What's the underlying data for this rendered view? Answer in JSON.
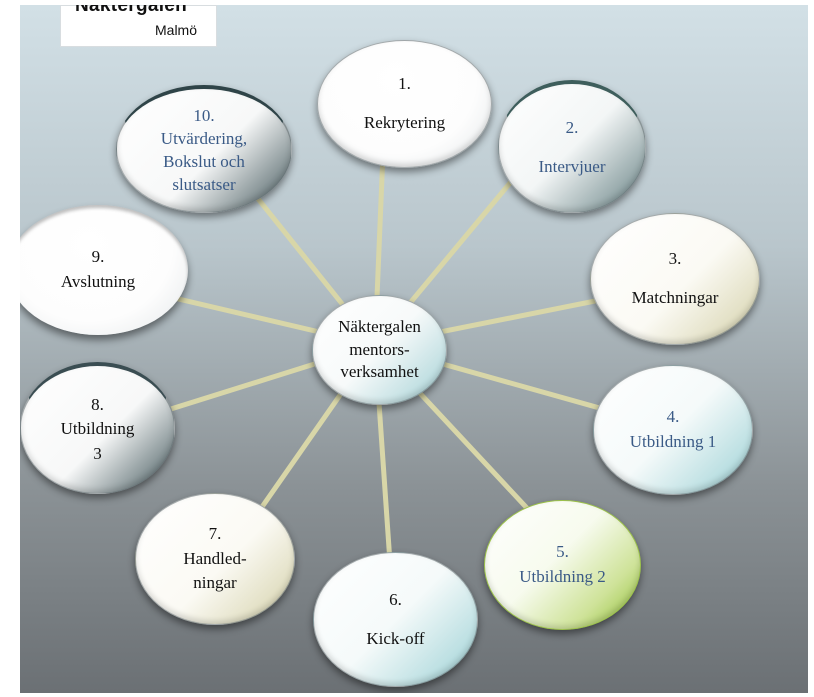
{
  "logo": {
    "name": "Näktergalen",
    "city": "Malmö"
  },
  "center": {
    "lines": [
      "Näktergalen",
      "mentors-",
      "verksamhet"
    ]
  },
  "nodes": [
    {
      "id": "rekrytering",
      "num": "1.",
      "label": "Rekrytering"
    },
    {
      "id": "intervjuer",
      "num": "2.",
      "label": "Intervjuer"
    },
    {
      "id": "matchningar",
      "num": "3.",
      "label": "Matchningar"
    },
    {
      "id": "utbildning-1",
      "num": "4.",
      "label": "Utbildning 1"
    },
    {
      "id": "utbildning-2",
      "num": "5.",
      "label": "Utbildning 2"
    },
    {
      "id": "kick-off",
      "num": "6.",
      "label": "Kick-off"
    },
    {
      "id": "handledningar",
      "num": "7.",
      "label": "Handled-\nningar"
    },
    {
      "id": "utbildning-3",
      "num": "8.",
      "label": "Utbildning\n3"
    },
    {
      "id": "avslutning",
      "num": "9.",
      "label": "Avslutning"
    },
    {
      "id": "utvardering",
      "num": "10.",
      "label": "Utvärdering,\nBokslut och\nslutsatser"
    }
  ],
  "colors": {
    "connector": "#d8d6a8",
    "text_blue": "#3a5a86",
    "text_dark": "#111111"
  }
}
